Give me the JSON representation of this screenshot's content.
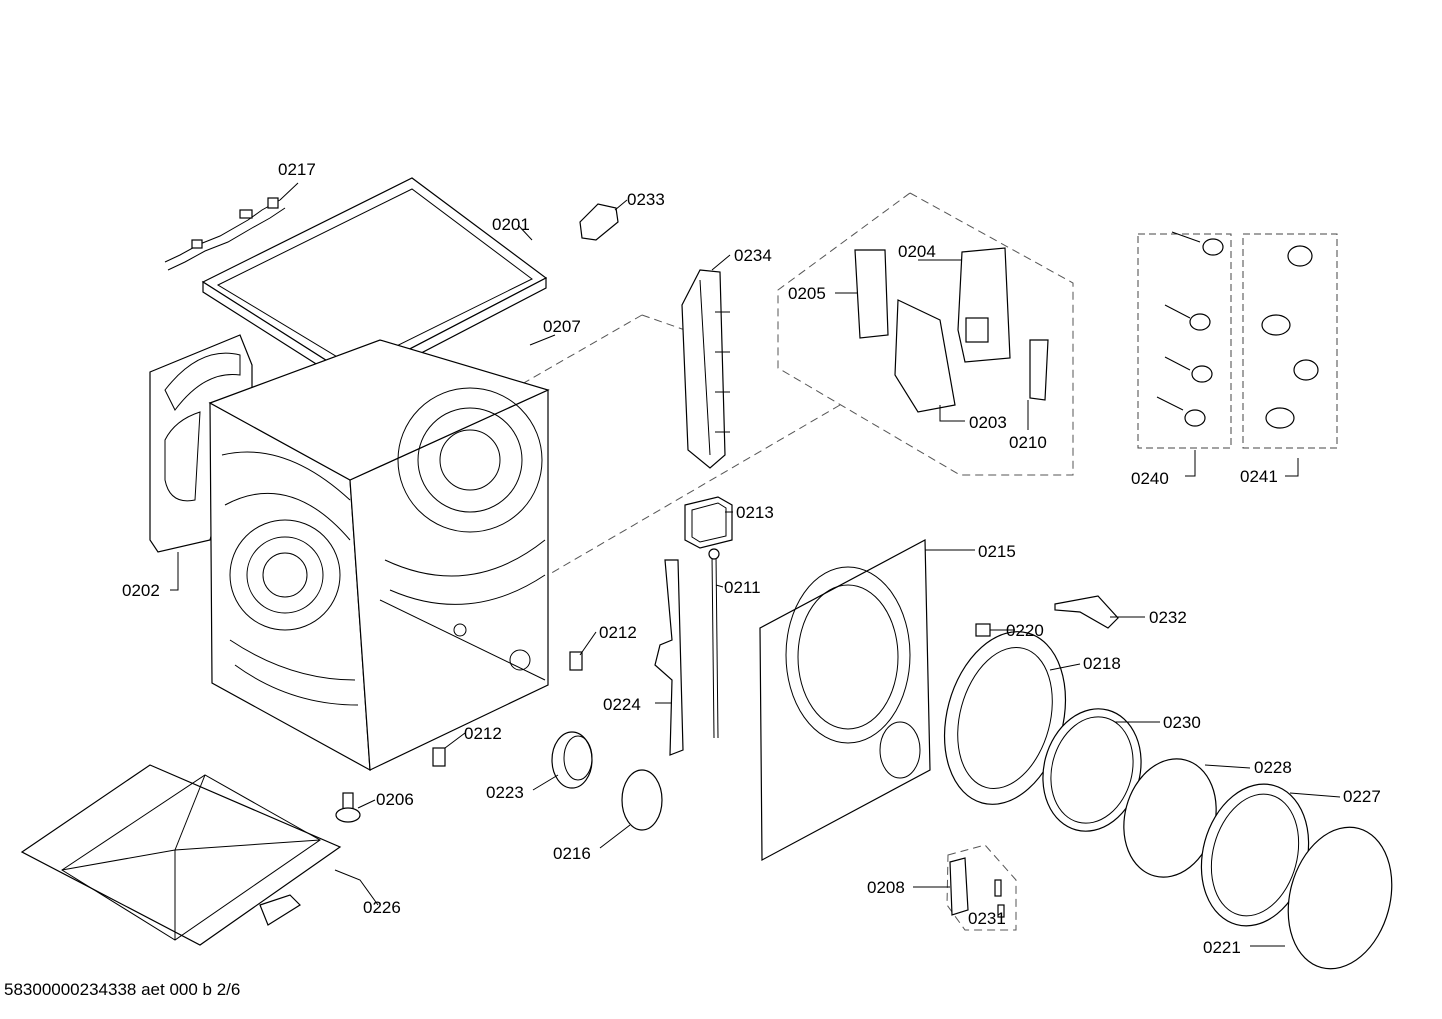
{
  "diagram": {
    "labels": {
      "p0201": "0201",
      "p0202": "0202",
      "p0203": "0203",
      "p0204": "0204",
      "p0205": "0205",
      "p0206": "0206",
      "p0207": "0207",
      "p0208": "0208",
      "p0210": "0210",
      "p0211": "0211",
      "p0212a": "0212",
      "p0212b": "0212",
      "p0213": "0213",
      "p0215": "0215",
      "p0216": "0216",
      "p0217": "0217",
      "p0218": "0218",
      "p0220": "0220",
      "p0221": "0221",
      "p0223": "0223",
      "p0224": "0224",
      "p0226": "0226",
      "p0227": "0227",
      "p0228": "0228",
      "p0230": "0230",
      "p0231": "0231",
      "p0232": "0232",
      "p0233": "0233",
      "p0234": "0234",
      "p0240": "0240",
      "p0241": "0241"
    }
  },
  "footer": {
    "reference": "58300000234338 aet 000 b 2/6"
  }
}
